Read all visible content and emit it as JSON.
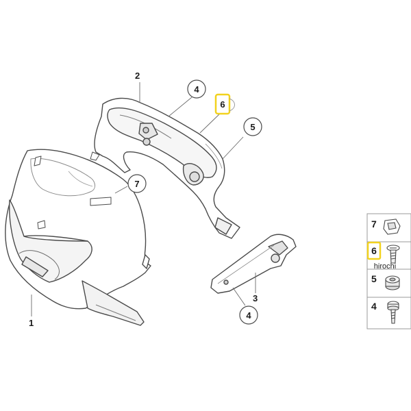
{
  "diagram": {
    "highlight_color": "#f2d21e",
    "line_color": "#6a6a6a",
    "callouts": {
      "part_2": "2",
      "part_4_top": "4",
      "part_6_top": "6",
      "part_5_top": "5",
      "part_7_top": "7",
      "part_1": "1",
      "part_3": "3",
      "part_4_bottom": "4"
    },
    "legend": {
      "items": [
        {
          "number": "7",
          "icon": "nut-clip-icon"
        },
        {
          "number": "6",
          "icon": "screw-icon",
          "highlighted": true
        },
        {
          "number": "5",
          "icon": "rubber-grommet-icon"
        },
        {
          "number": "4",
          "icon": "bolt-icon"
        }
      ]
    },
    "watermark": "hirochi"
  }
}
